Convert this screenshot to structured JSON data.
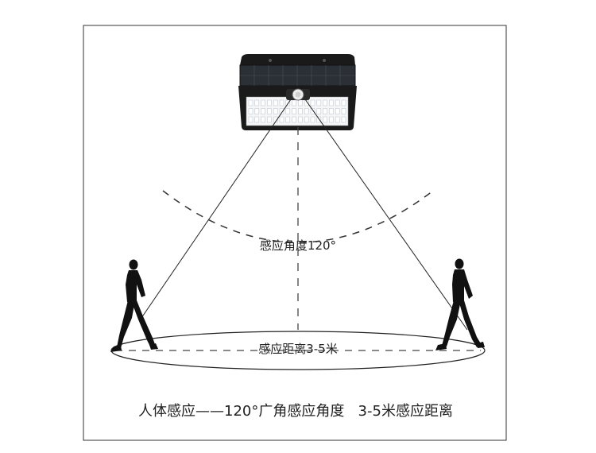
{
  "labels": {
    "angle": "感应角度120°",
    "distance": "感应距离3-5米",
    "caption": "人体感应——120°广角感应角度   3-5米感应距离"
  },
  "colors": {
    "frame": "#333333",
    "text": "#222222",
    "lamp_body": "#1a1a1a",
    "solar_panel": "#2b2f36",
    "led": "#f4f6f8",
    "silhouette": "#111111"
  },
  "icons": {
    "lamp": "solar-sensor-lamp-icon",
    "person": "walking-person-silhouette-icon"
  }
}
